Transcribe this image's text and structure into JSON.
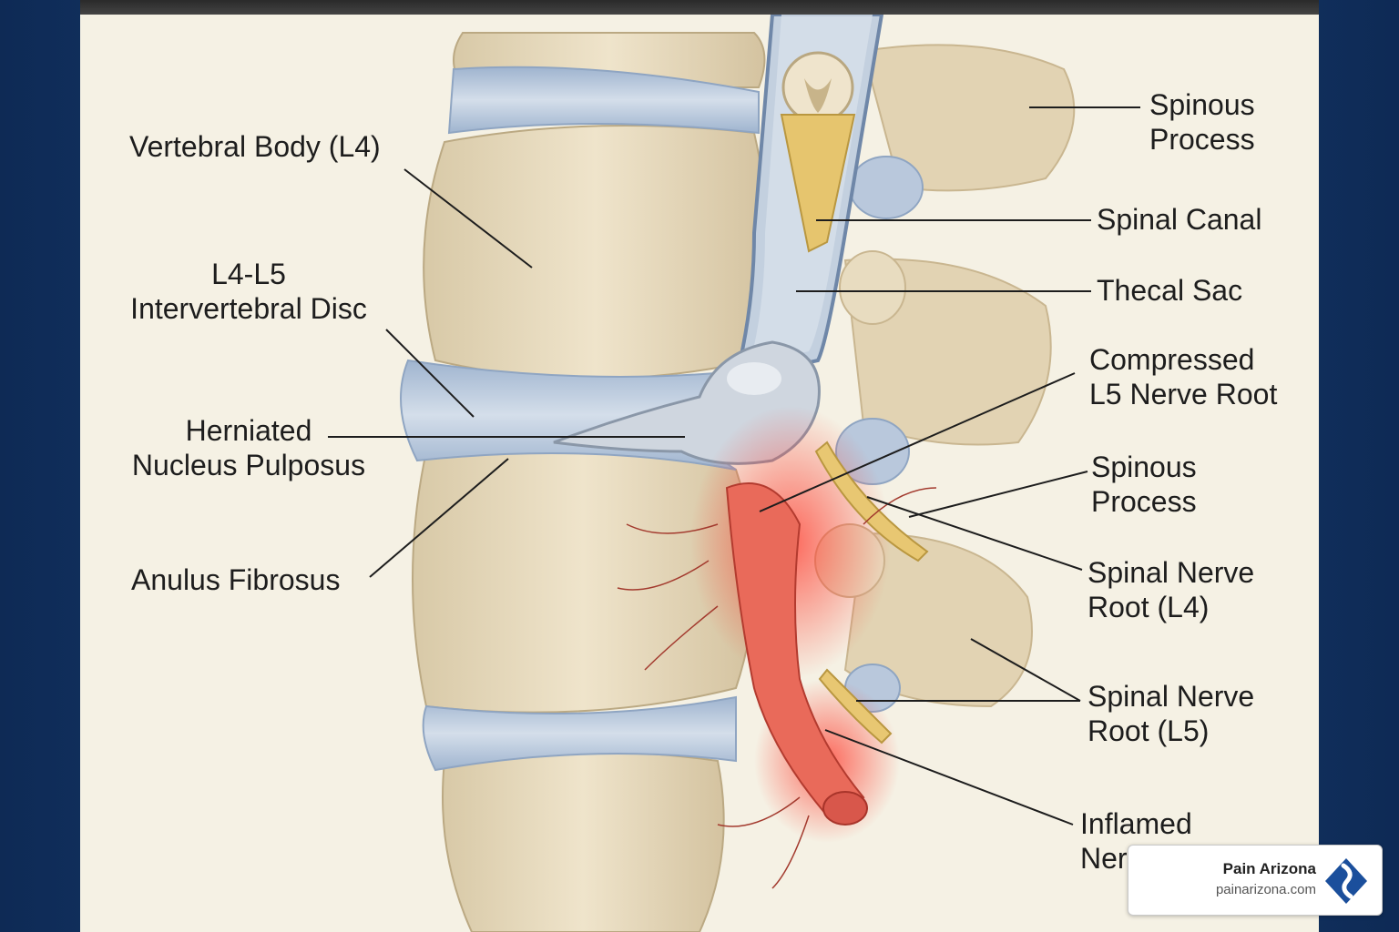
{
  "labels": {
    "vertebral_body": "Vertebral Body (L4)",
    "disc_line1": "L4-L5",
    "disc_line2": "Intervertebral Disc",
    "herniated_line1": "Herniated",
    "herniated_line2": "Nucleus Pulposus",
    "anulus": "Anulus Fibrosus",
    "spinous_top_line1": "Spinous",
    "spinous_top_line2": "Process",
    "spinal_canal": "Spinal Canal",
    "thecal_sac": "Thecal Sac",
    "compressed_line1": "Compressed",
    "compressed_line2": "L5 Nerve Root",
    "spinous_mid_line1": "Spinous",
    "spinous_mid_line2": "Process",
    "root_l4_line1": "Spinal Nerve",
    "root_l4_line2": "Root (L4)",
    "root_l5_line1": "Spinal Nerve",
    "root_l5_line2": "Root (L5)",
    "inflamed_line1": "Inflamed",
    "inflamed_line2": "Ner"
  },
  "brand": {
    "name": "Pain Arizona",
    "url": "painarizona.com"
  },
  "colors": {
    "bone": "#e6d9bd",
    "disc": "#b9c8dc",
    "nerve": "#e9c46a",
    "inflammation": "#e8473c",
    "background": "#f5f1e4",
    "logo_blue": "#1b4f9c"
  }
}
